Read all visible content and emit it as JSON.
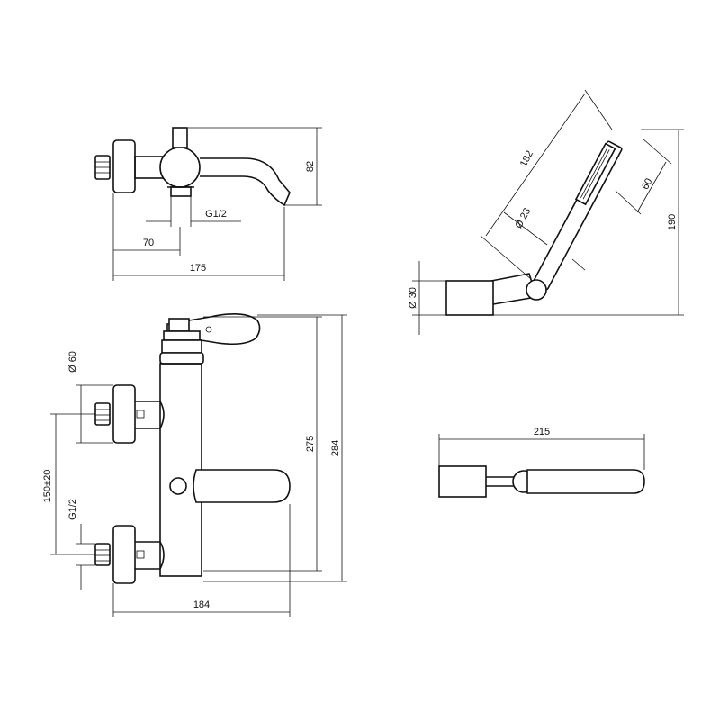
{
  "dimensions": {
    "top_view": {
      "height": "82",
      "thread": "G1/2",
      "offset": "70",
      "length": "175"
    },
    "hand_shower": {
      "length": "182",
      "head_width": "60",
      "handle_diameter": "Ø 23",
      "height": "190",
      "holder_diameter": "Ø 30"
    },
    "front_view": {
      "inlet_diameter": "Ø 60",
      "center_distance": "150±20",
      "thread": "G1/2",
      "height_inner": "275",
      "height_outer": "284",
      "width": "184"
    },
    "hand_shower_plan": {
      "length": "215"
    }
  }
}
